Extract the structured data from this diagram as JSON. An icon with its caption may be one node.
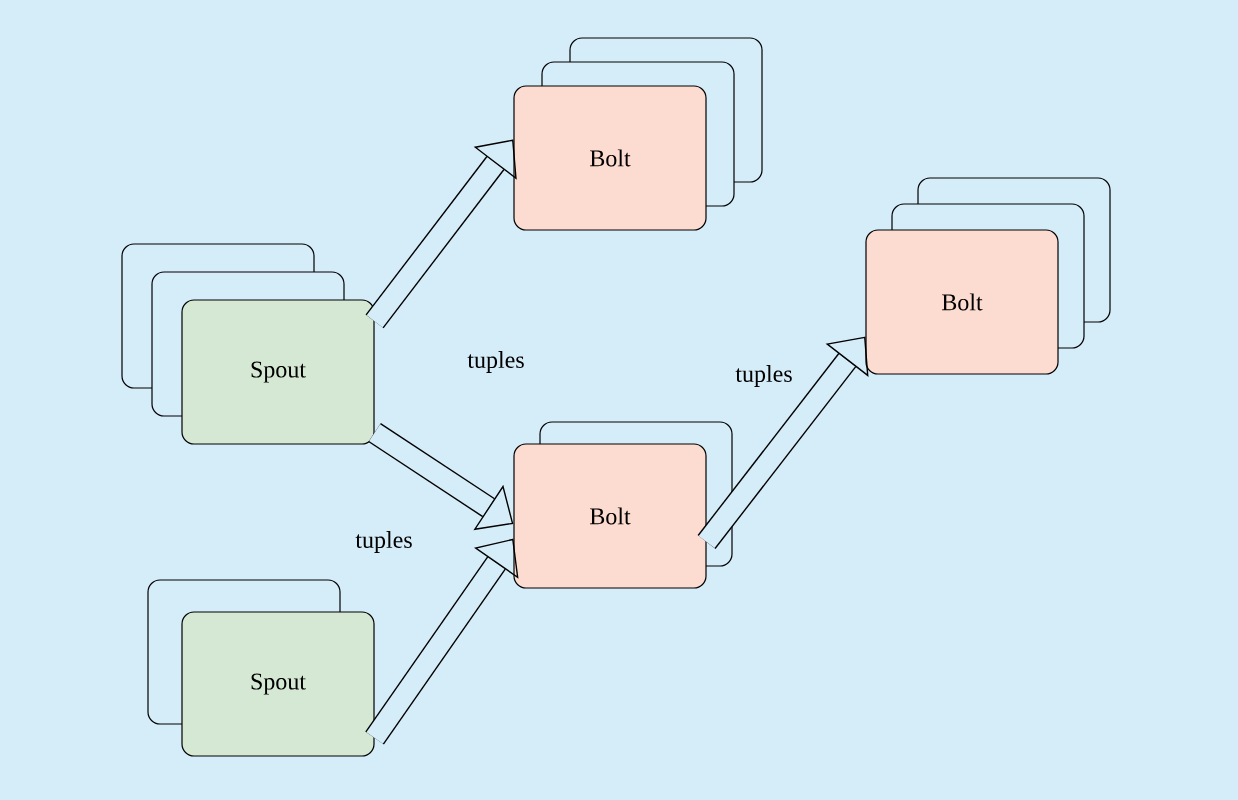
{
  "diagram": {
    "nodes": [
      {
        "text": [
          "Spout"
        ]
      },
      {
        "text": [
          "Spout"
        ]
      },
      {
        "text": [
          "Bolt"
        ]
      },
      {
        "text": [
          "Bolt"
        ]
      },
      {
        "text": [
          "Bolt"
        ]
      }
    ],
    "edges": [
      {
        "from": 0,
        "to": 2,
        "arrow": "to"
      },
      {
        "from": 0,
        "to": 3,
        "arrow": "to",
        "label": "tuples"
      },
      {
        "from": 1,
        "to": 3,
        "arrow": "to",
        "label": "tuples"
      },
      {
        "from": 3,
        "to": 4,
        "arrow": "to",
        "label": "tuples"
      }
    ]
  }
}
